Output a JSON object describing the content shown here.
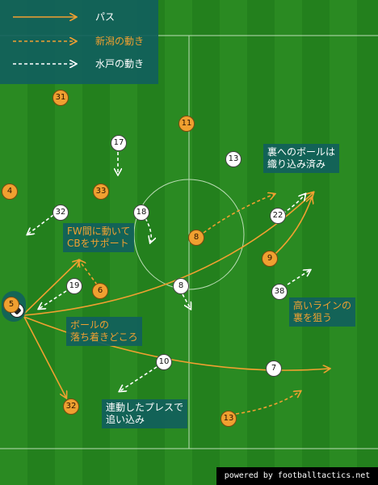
{
  "legend": {
    "pass_label": "パス",
    "niigata_label": "新潟の動き",
    "mito_label": "水戸の動き"
  },
  "colors": {
    "orange": "#f0a030",
    "white": "#ffffff",
    "panel": "#11605c"
  },
  "notes": {
    "fw_support": "FW間に動いて\nCBをサポート",
    "ball_settle": "ボールの\n落ち着きどころ",
    "ball_behind": "裏へのボールは\n織り込み済み",
    "high_line": "高いラインの\n裏を狙う",
    "press_chase": "連動したプレスで\n追い込み"
  },
  "players_orange": {
    "p31": "31",
    "p11": "11",
    "p4": "4",
    "p33": "33",
    "p8": "8",
    "p9": "9",
    "p6": "6",
    "p5": "5",
    "p32": "32",
    "p13": "13"
  },
  "players_white": {
    "p17": "17",
    "p13": "13",
    "p32": "32",
    "p18": "18",
    "p22": "22",
    "p19": "19",
    "p8": "8",
    "p38": "38",
    "p10": "10",
    "p7": "7"
  },
  "footer": "powered by footballtactics.net",
  "ball_icon": "soccer-ball-icon"
}
